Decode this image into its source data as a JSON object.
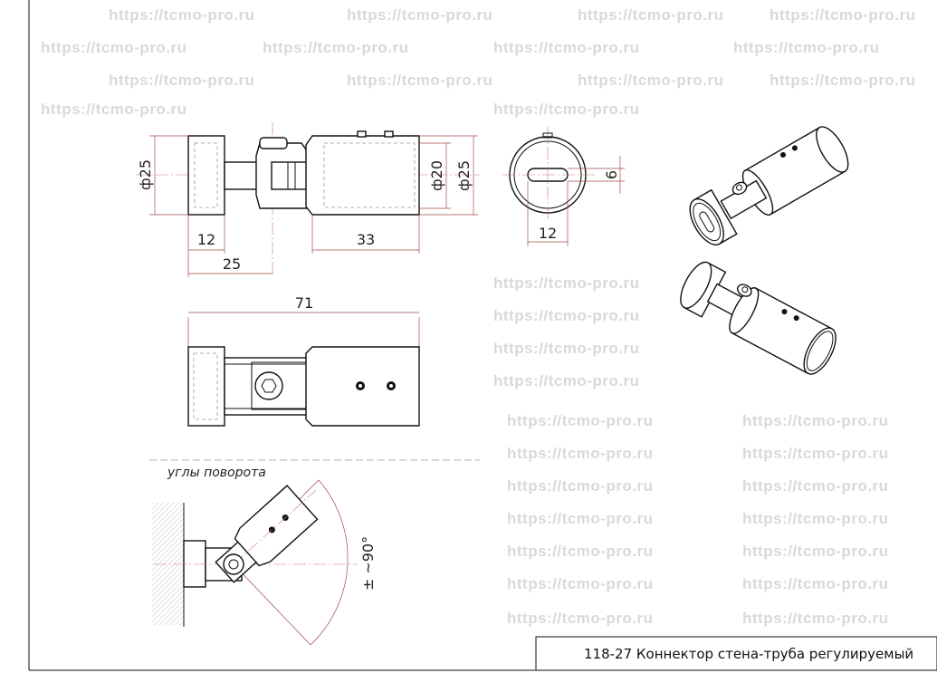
{
  "watermark": "https://tcmo-pro.ru",
  "title_block": {
    "text": "118-27  Коннектор стена-труба регулируемый"
  },
  "dimensions": {
    "flange_diameter": "ф25",
    "flange_width": "12",
    "pivot_offset": "25",
    "tube_length": "33",
    "tube_inner_diameter": "ф20",
    "tube_outer_diameter": "ф25",
    "overall_length": "71",
    "slot_width": "6",
    "slot_length": "12"
  },
  "rotation_view": {
    "label": "углы поворота",
    "angle": "± ~90°"
  },
  "colors": {
    "dimension": "#a44a4a",
    "outline": "#111111",
    "watermark": "#d9d9d9"
  }
}
